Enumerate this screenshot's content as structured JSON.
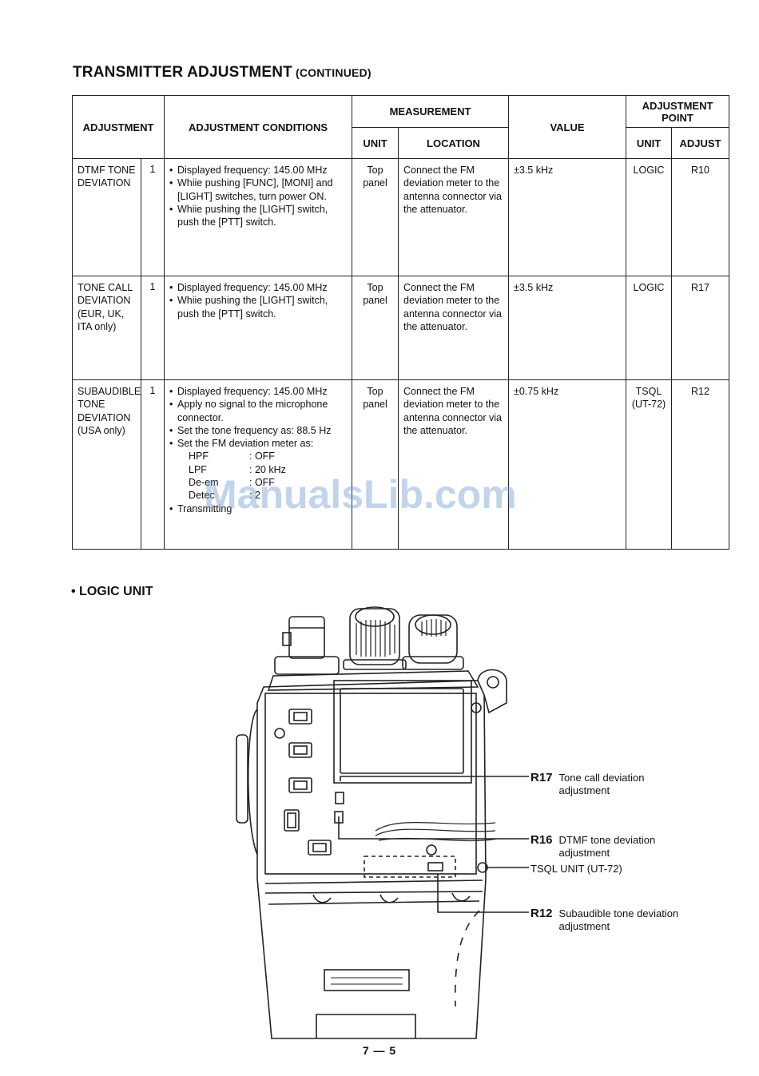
{
  "page": {
    "title": "TRANSMITTER ADJUSTMENT",
    "title_suffix": "(CONTINUED)",
    "page_number": "7 — 5",
    "watermark": "ManualsLib.com"
  },
  "table": {
    "headers": {
      "adjustment": "ADJUSTMENT",
      "conditions": "ADJUSTMENT CONDITIONS",
      "measurement": "MEASUREMENT",
      "unit": "UNIT",
      "location": "LOCATION",
      "value": "VALUE",
      "adjustment_point": "ADJUSTMENT POINT",
      "ap_unit": "UNIT",
      "ap_adjust": "ADJUST"
    },
    "rows": [
      {
        "name": "DTMF TONE DEVIATION",
        "step": "1",
        "conditions": [
          "Displayed frequency: 145.00 MHz",
          "Whiie pushing [FUNC], [MONI] and [LIGHT] switches, turn power ON.",
          "Whiie pushing the [LIGHT] switch, push the [PTT] switch."
        ],
        "meas_unit": "Top panel",
        "location": "Connect the FM deviation meter to the antenna connector via the attenuator.",
        "value": "±3.5 kHz",
        "ap_unit": "LOGIC",
        "ap_adjust": "R10"
      },
      {
        "name": "TONE CALL DEVIATION (EUR, UK, ITA only)",
        "step": "1",
        "conditions": [
          "Displayed frequency: 145.00 MHz",
          "Whiie pushing the [LIGHT] switch, push the [PTT] switch."
        ],
        "meas_unit": "Top panel",
        "location": "Connect the FM deviation meter to the antenna connector via the attenuator.",
        "value": "±3.5 kHz",
        "ap_unit": "LOGIC",
        "ap_adjust": "R17"
      },
      {
        "name": "SUBAUDIBLE TONE DEVIATION (USA only)",
        "step": "1",
        "conditions": [
          "Displayed frequency: 145.00 MHz",
          "Apply no signal to the microphone connector.",
          "Set the tone frequency as: 88.5 Hz",
          "Set the FM deviation meter as:"
        ],
        "meter_settings": [
          {
            "k": "HPF",
            "v": ": OFF"
          },
          {
            "k": "LPF",
            "v": ": 20 kHz"
          },
          {
            "k": "De-em",
            "v": ": OFF"
          },
          {
            "k": "Detec",
            "v": ": 2"
          }
        ],
        "conditions_last": "Transmitting",
        "meas_unit": "Top panel",
        "location": "Connect the FM deviation meter to the antenna connector via the attenuator.",
        "value": "±0.75 kHz",
        "ap_unit": "TSQL (UT-72)",
        "ap_adjust": "R12"
      }
    ]
  },
  "logic_unit": {
    "heading": "• LOGIC UNIT",
    "callouts": [
      {
        "ref": "R17",
        "text": "Tone call deviation adjustment"
      },
      {
        "ref": "R16",
        "text": "DTMF tone deviation adjustment"
      },
      {
        "ref": "",
        "text": "TSQL UNIT (UT-72)"
      },
      {
        "ref": "R12",
        "text": "Subaudible tone deviation adjustment"
      }
    ]
  }
}
